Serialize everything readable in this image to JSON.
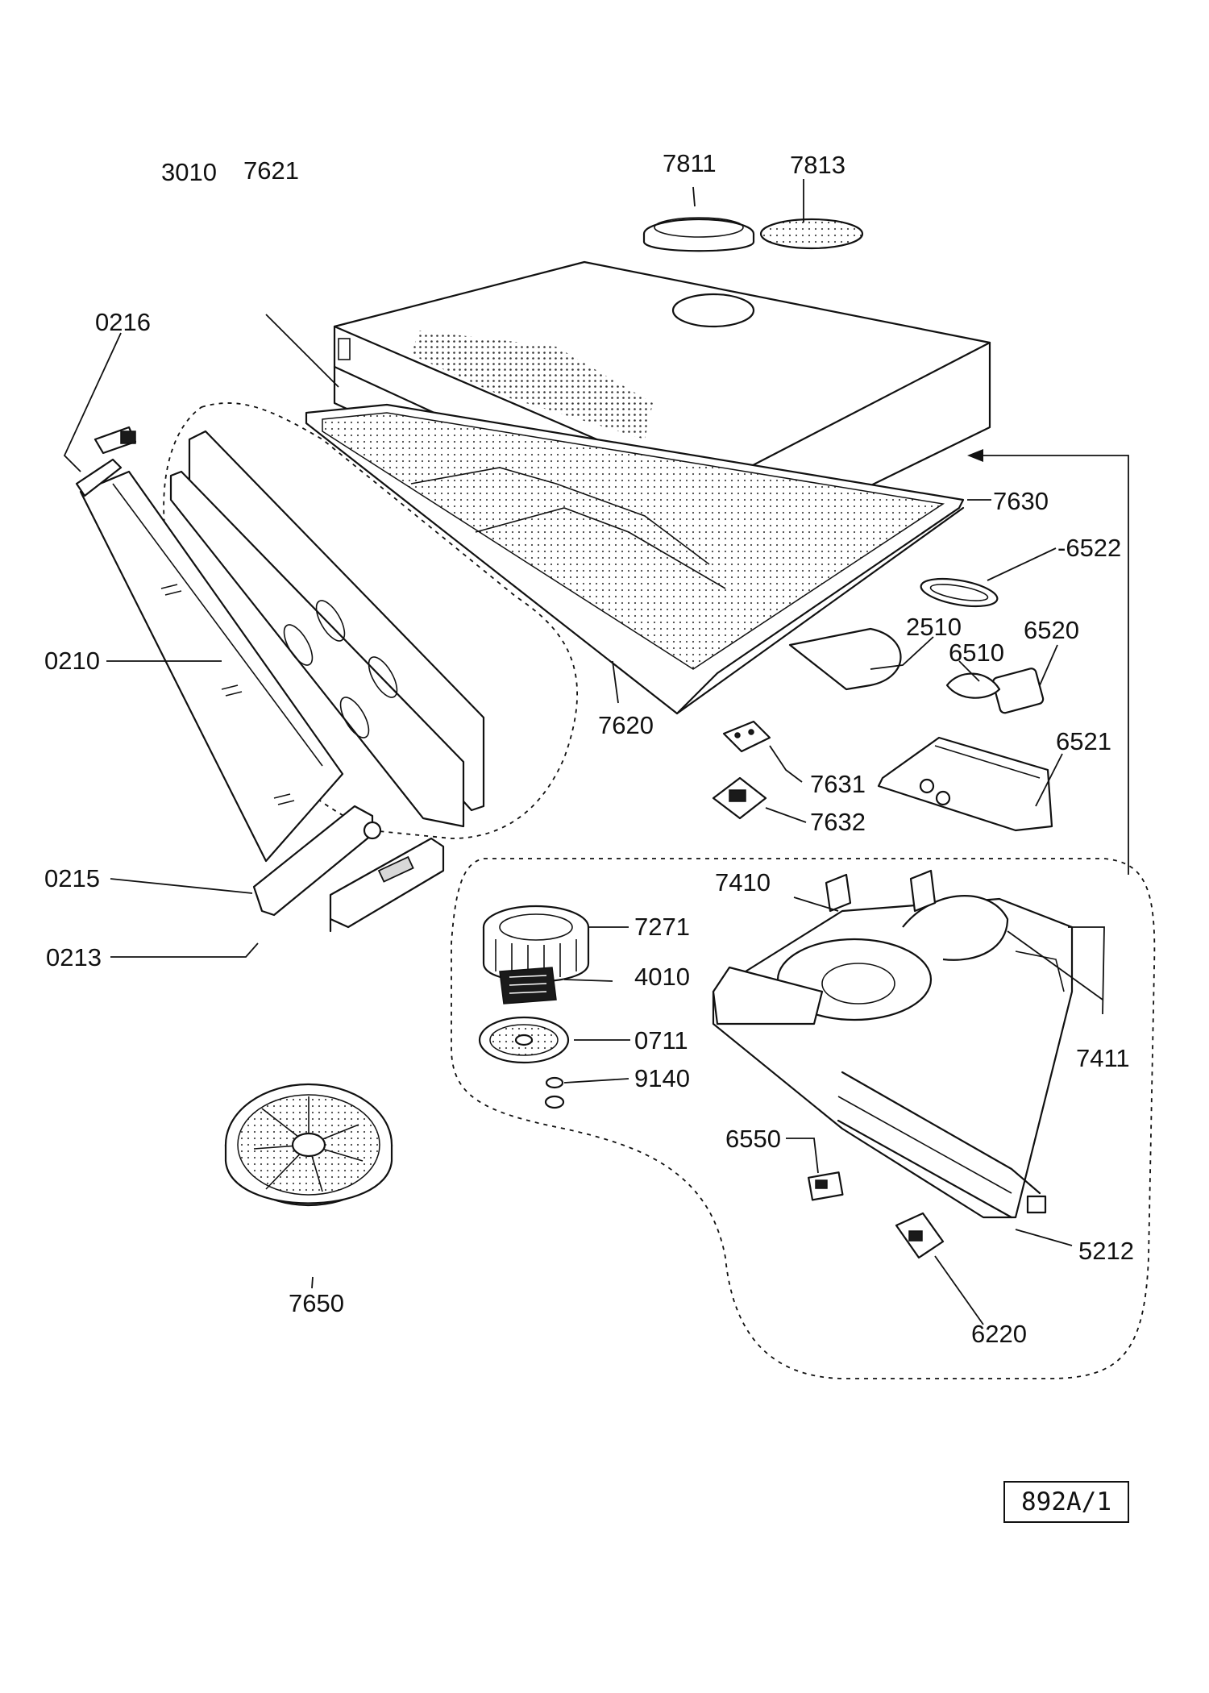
{
  "labels": {
    "p3010": "3010",
    "p7621": "7621",
    "p7811": "7811",
    "p7813": "7813",
    "p0216": "0216",
    "p0210": "0210",
    "p7630": "7630",
    "p6522": "-6522",
    "p2510": "2510",
    "p6520": "6520",
    "p6510": "6510",
    "p7620": "7620",
    "p6521": "6521",
    "p7631": "7631",
    "p7632": "7632",
    "p0215": "0215",
    "p7410": "7410",
    "p7271": "7271",
    "p0213": "0213",
    "p4010": "4010",
    "p0711": "0711",
    "p9140": "9140",
    "p7411": "7411",
    "p6550": "6550",
    "p5212": "5212",
    "p6220": "6220",
    "p7650": "7650"
  },
  "reference": "892A/1"
}
